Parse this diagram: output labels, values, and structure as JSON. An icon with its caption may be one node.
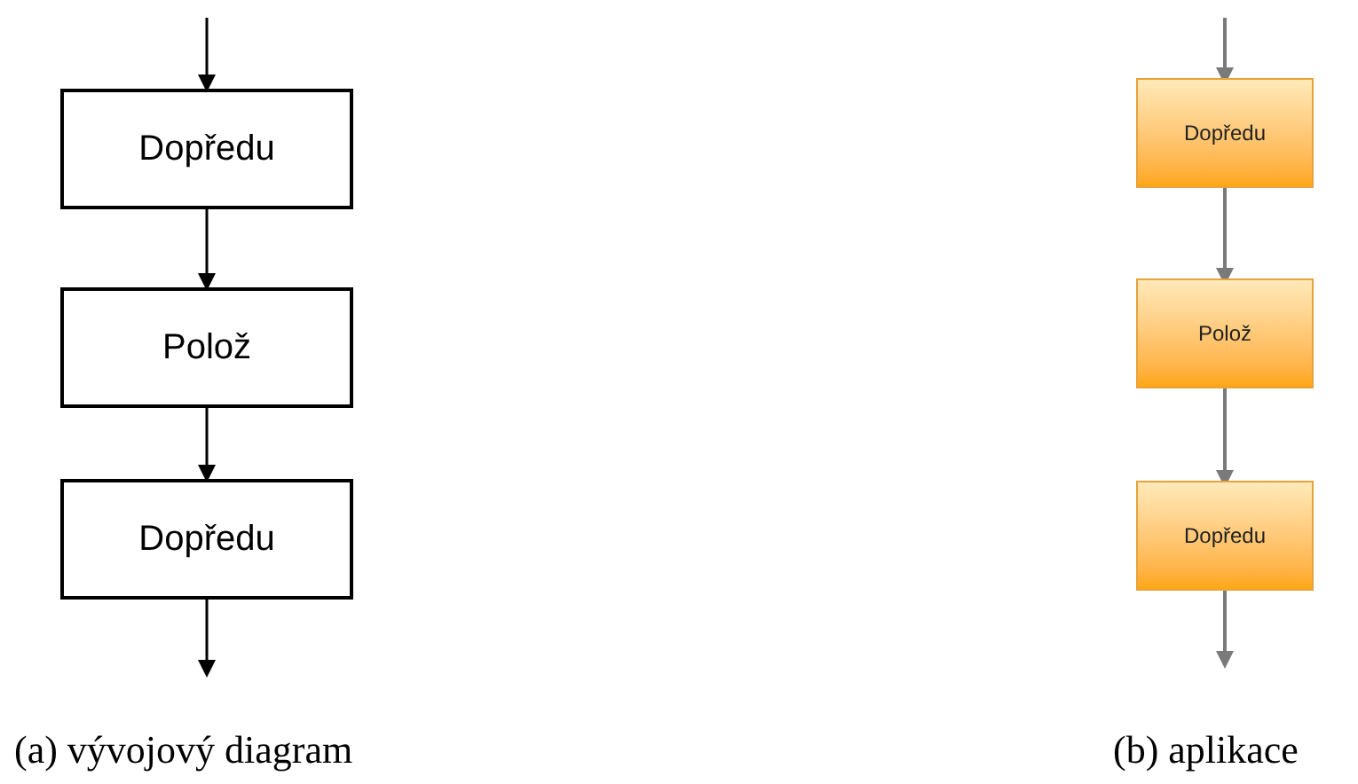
{
  "diagram": {
    "nodes": [
      {
        "text": [
          "Dopředu"
        ]
      },
      {
        "text": [
          "Polož"
        ]
      },
      {
        "text": [
          "Dopředu"
        ]
      },
      {
        "text": [
          "Dopředu"
        ]
      },
      {
        "text": [
          "Polož"
        ]
      },
      {
        "text": [
          "Dopředu"
        ]
      }
    ],
    "edges": [
      {
        "from": null,
        "to": 0,
        "arrow": "to"
      },
      {
        "from": 0,
        "to": 1,
        "arrow": "to"
      },
      {
        "from": 1,
        "to": 2,
        "arrow": "to"
      },
      {
        "from": 2,
        "to": null,
        "arrow": "to"
      },
      {
        "from": null,
        "to": 3,
        "arrow": "to",
        "color": "#7a7a7a"
      },
      {
        "from": 3,
        "to": 4,
        "arrow": "to",
        "color": "#7a7a7a"
      },
      {
        "from": 4,
        "to": 5,
        "arrow": "to",
        "color": "#7a7a7a"
      },
      {
        "from": 5,
        "to": null,
        "arrow": "to",
        "color": "#7a7a7a"
      }
    ],
    "labels": [
      "(a) vývojový diagram",
      "(b) aplikace"
    ]
  }
}
